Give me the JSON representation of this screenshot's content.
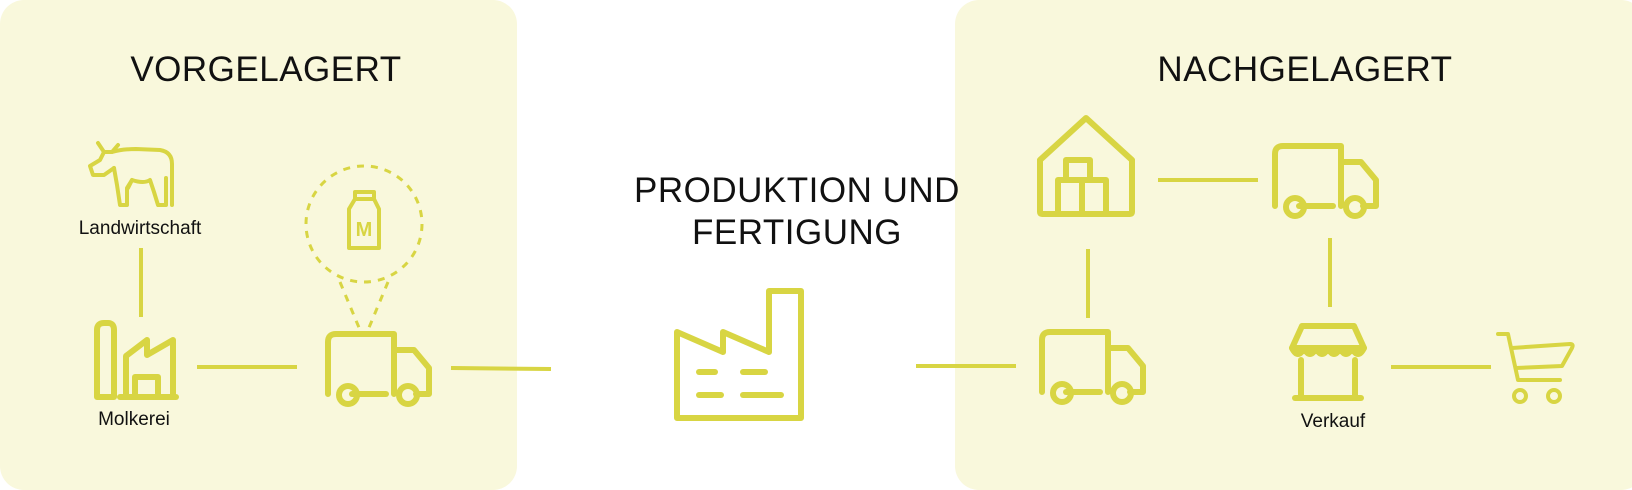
{
  "headings": {
    "upstream": "VORGELAGERT",
    "production_line1": "PRODUKTION UND",
    "production_line2": "FERTIGUNG",
    "downstream": "NACHGELAGERT"
  },
  "labels": {
    "farm": "Landwirtschaft",
    "dairy": "Molkerei",
    "sale": "Verkauf"
  },
  "milk_can_letter": "M",
  "colors": {
    "accent": "#d8d543",
    "panel_background": "#f9f8dc",
    "text": "#111111"
  },
  "icons": [
    "cow-icon",
    "dairy-factory-icon",
    "milk-can-icon",
    "delivery-truck-icon",
    "factory-icon",
    "warehouse-icon",
    "market-stall-icon",
    "shopping-cart-icon"
  ]
}
